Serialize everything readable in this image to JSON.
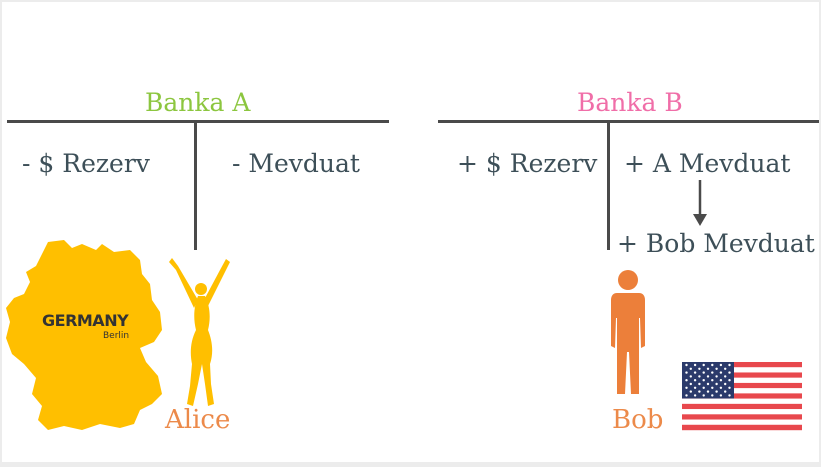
{
  "colors": {
    "bank_a": "#8cc63f",
    "bank_b": "#f06ea8",
    "text": "#3d4f58",
    "line": "#4a4a4a",
    "alice": "#ffbf00",
    "bob": "#ec7f3a",
    "germany_map": "#ffbf00"
  },
  "bank_a": {
    "title": "Banka A",
    "left_entry": "- $ Rezerv",
    "right_entry": "- Mevduat"
  },
  "bank_b": {
    "title": "Banka B",
    "left_entry": "+ $ Rezerv",
    "right_entry_1": "+ A Mevduat",
    "right_entry_2": "+ Bob Mevduat"
  },
  "germany": {
    "country": "GERMANY",
    "city": "Berlin"
  },
  "people": {
    "alice": "Alice",
    "bob": "Bob"
  },
  "icons": [
    "germany-map-icon",
    "woman-cheering-icon",
    "man-standing-icon",
    "us-flag-icon",
    "arrow-down-icon"
  ]
}
